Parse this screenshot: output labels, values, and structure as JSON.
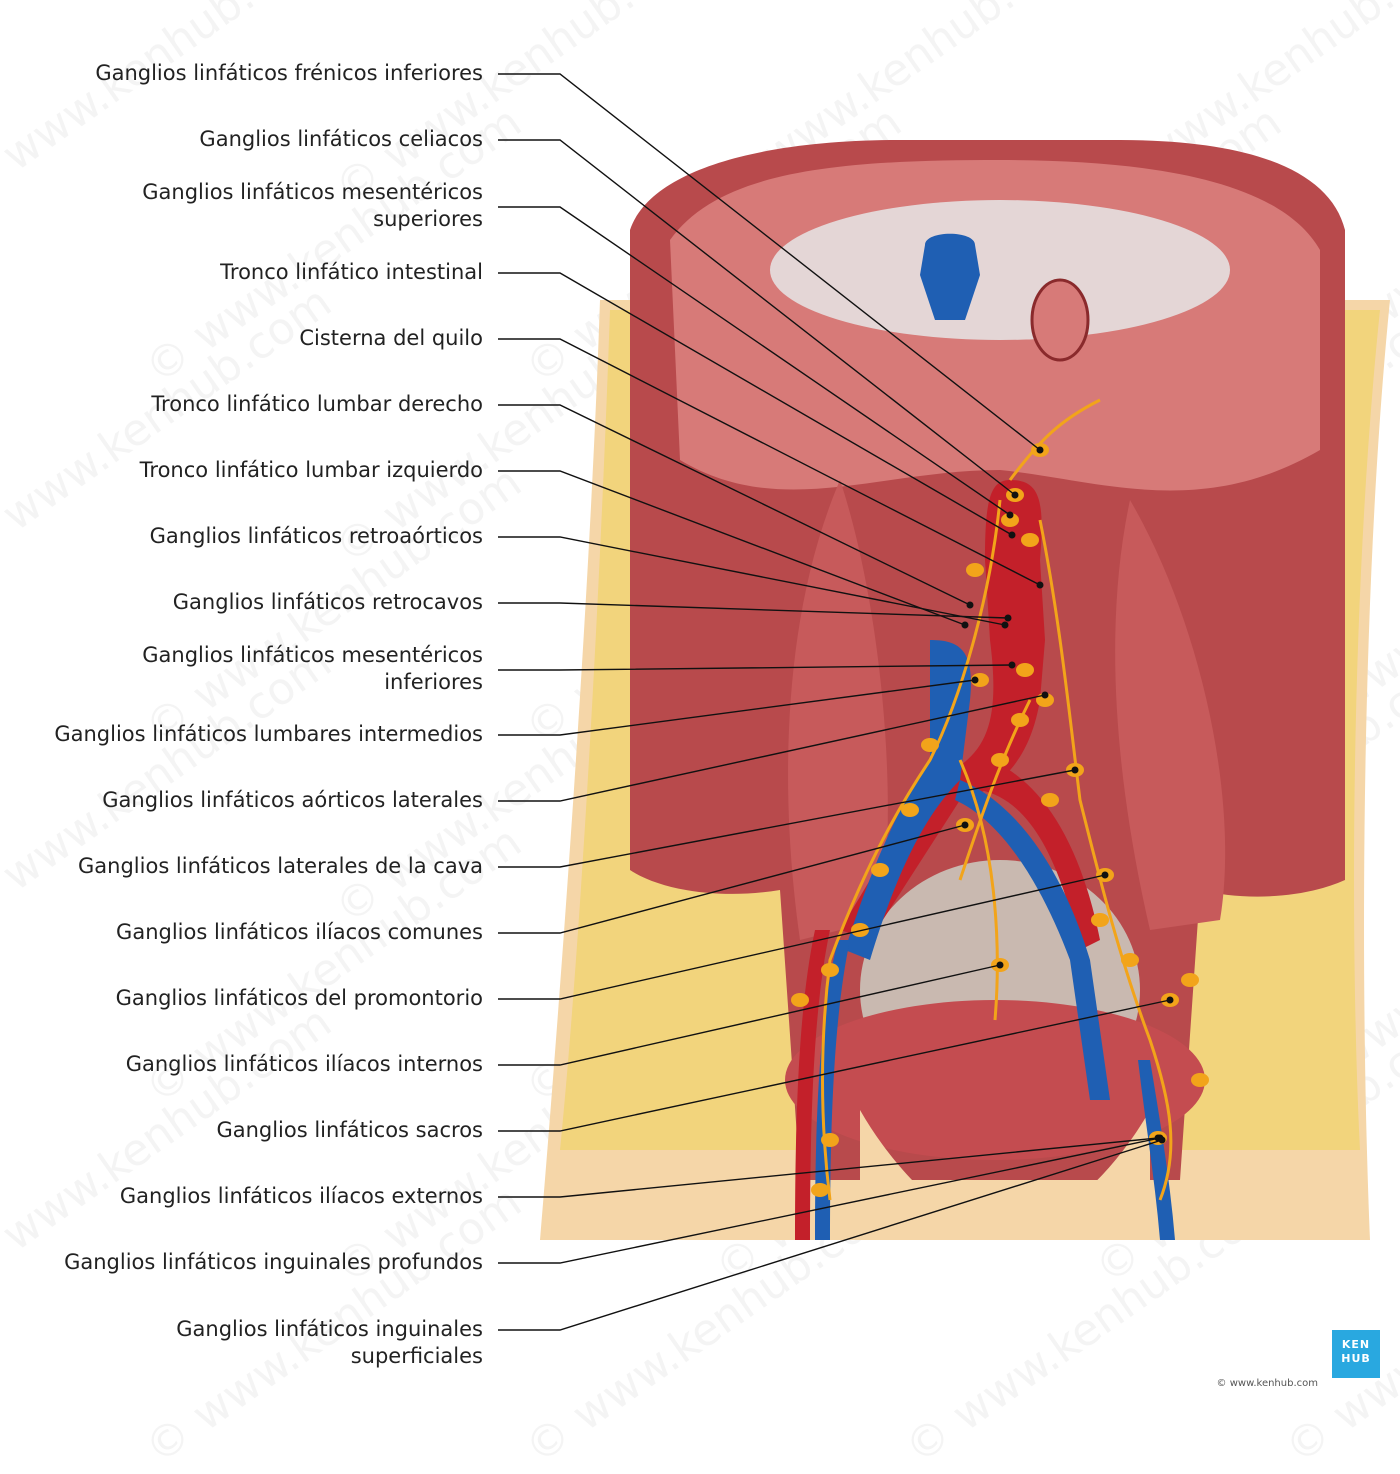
{
  "labels": [
    {
      "id": "frenicos",
      "lines": [
        "Ganglios linfáticos frénicos inferiores"
      ]
    },
    {
      "id": "celiacos",
      "lines": [
        "Ganglios linfáticos celiacos"
      ]
    },
    {
      "id": "mesentericos-sup",
      "lines": [
        "Ganglios linfáticos mesentéricos",
        "superiores"
      ]
    },
    {
      "id": "tronco-intestinal",
      "lines": [
        "Tronco linfático intestinal"
      ]
    },
    {
      "id": "cisterna",
      "lines": [
        "Cisterna del quilo"
      ]
    },
    {
      "id": "lumbar-derecho",
      "lines": [
        "Tronco linfático lumbar derecho"
      ]
    },
    {
      "id": "lumbar-izquierdo",
      "lines": [
        "Tronco linfático lumbar izquierdo"
      ]
    },
    {
      "id": "retroaorticos",
      "lines": [
        "Ganglios linfáticos retroaórticos"
      ]
    },
    {
      "id": "retrocavos",
      "lines": [
        "Ganglios linfáticos retrocavos"
      ]
    },
    {
      "id": "mesentericos-inf",
      "lines": [
        "Ganglios linfáticos mesentéricos",
        "inferiores"
      ]
    },
    {
      "id": "lumbares-intermedios",
      "lines": [
        "Ganglios linfáticos lumbares intermedios"
      ]
    },
    {
      "id": "aorticos-laterales",
      "lines": [
        "Ganglios linfáticos aórticos laterales"
      ]
    },
    {
      "id": "laterales-cava",
      "lines": [
        "Ganglios linfáticos laterales de la cava"
      ]
    },
    {
      "id": "iliacos-comunes",
      "lines": [
        "Ganglios linfáticos ilíacos comunes"
      ]
    },
    {
      "id": "promontorio",
      "lines": [
        "Ganglios linfáticos del promontorio"
      ]
    },
    {
      "id": "iliacos-internos",
      "lines": [
        "Ganglios linfáticos ilíacos internos"
      ]
    },
    {
      "id": "sacros",
      "lines": [
        "Ganglios linfáticos sacros"
      ]
    },
    {
      "id": "iliacos-externos",
      "lines": [
        "Ganglios linfáticos ilíacos externos"
      ]
    },
    {
      "id": "inguinales-profundos",
      "lines": [
        "Ganglios linfáticos inguinales profundos"
      ]
    },
    {
      "id": "inguinales-superficiales",
      "lines": [
        "Ganglios linfáticos inguinales",
        "superficiales"
      ]
    }
  ],
  "branding": {
    "logo_line1": "KEN",
    "logo_line2": "HUB",
    "footer_url": "© www.kenhub.com",
    "watermark": "© www.kenhub.com"
  },
  "colors": {
    "muscle": "#b84a4c",
    "muscle_light": "#d77a78",
    "tendon": "#e6e6e6",
    "fat": "#f2d47c",
    "skin": "#f5d6a8",
    "artery": "#c3202a",
    "vein": "#1f5fb3",
    "lymph": "#f2a41a",
    "leader": "#111111",
    "logo": "#29a8e0"
  }
}
